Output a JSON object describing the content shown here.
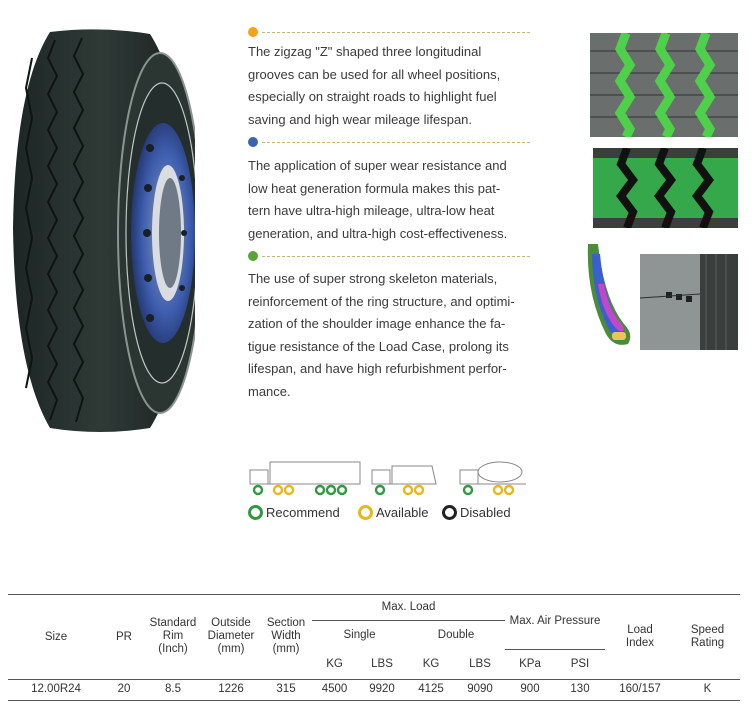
{
  "features": [
    {
      "color": "#f3a21a",
      "lines": [
        "The zigzag \"Z\" shaped three longitudinal",
        "grooves can be used for all wheel positions,",
        "especially on straight roads to highlight fuel",
        "saving and high wear mileage lifespan."
      ]
    },
    {
      "color": "#3a64b0",
      "lines": [
        "The application of super wear resistance and",
        "low heat generation formula makes this pat-",
        "tern have ultra-high mileage, ultra-low heat",
        "generation, and ultra-high cost-effectiveness."
      ]
    },
    {
      "color": "#5aa53a",
      "lines": [
        "The use of super strong skeleton materials,",
        "reinforcement of the ring structure, and optimi-",
        "zation of the shoulder image enhance the fa-",
        "tigue resistance of the Load Case, prolong its",
        "lifespan, and have high refurbishment perfor-",
        "mance."
      ]
    }
  ],
  "legend": {
    "recommend": "Recommend",
    "available": "Available",
    "disabled": "Disabled",
    "colors": {
      "recommend": "#2e9a3e",
      "available": "#e8b81a",
      "disabled": "#222222"
    }
  },
  "table": {
    "headers": {
      "size": "Size",
      "pr": "PR",
      "rim": [
        "Standard",
        "Rim",
        "(Inch)"
      ],
      "od": [
        "Outside",
        "Diameter",
        "(mm)"
      ],
      "sw": [
        "Section",
        "Width",
        "(mm)"
      ],
      "max_load": "Max. Load",
      "single": "Single",
      "double": "Double",
      "max_air": "Max. Air Pressure",
      "load_index": [
        "Load",
        "Index"
      ],
      "speed": [
        "Speed",
        "Rating"
      ],
      "units": [
        "KG",
        "LBS",
        "KG",
        "LBS",
        "KPa",
        "PSI"
      ]
    },
    "rows": [
      [
        "12.00R24",
        "20",
        "8.5",
        "1226",
        "315",
        "4500",
        "9920",
        "4125",
        "9090",
        "900",
        "130",
        "160/157",
        "K"
      ]
    ]
  }
}
